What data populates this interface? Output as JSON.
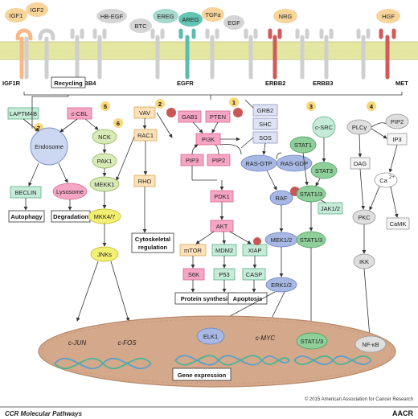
{
  "ligands": {
    "igf1": "IGF1",
    "igf2": "IGF2",
    "hbegf": "HB-EGF",
    "btc": "BTC",
    "ereg": "EREG",
    "areg": "AREG",
    "tgfa": "TGFα",
    "egf": "EGF",
    "nrg": "NRG",
    "hgf": "HGF"
  },
  "receptors": {
    "igf1r": "IGF1R",
    "erbb4": "ERBB4",
    "egfr": "EGFR",
    "erbb2": "ERBB2",
    "erbb3": "ERBB3",
    "met": "MET"
  },
  "nodes": {
    "recycling": "Recycling",
    "laptm4b": "LAPTM4B",
    "ccbl": "c-CBL",
    "endosome": "Endosome",
    "beclin": "BECLIN",
    "lysosome": "Lysosome",
    "autophagy": "Autophagy",
    "degradation": "Degradation",
    "nck": "NCK",
    "pak1": "PAK1",
    "mekk1": "MEKK1",
    "mkk47": "MKK4/7",
    "jnks": "JNKs",
    "vav": "VAV",
    "rac1": "RAC1",
    "rho": "RHO",
    "cyto": "Cytoskeletal",
    "cyto2": "regulation",
    "gab1": "GAB1",
    "pten": "PTEN",
    "pi3k": "PI3K",
    "pip3": "PIP3",
    "pip2a": "PIP2",
    "pdk1": "PDK1",
    "akt": "AKT",
    "mtor": "mTOR",
    "mdm2": "MDM2",
    "xiap": "XIAP",
    "s6k": "S6K",
    "p53": "P53",
    "casp": "CASP",
    "protsyn": "Protein synthesis",
    "apoptosis": "Apoptosis",
    "grb2": "GRB2",
    "shc": "SHC",
    "sos": "SOS",
    "rasgtp": "RAS-GTP",
    "rasgdp": "RAS-GDP",
    "raf": "RAF",
    "mek12": "MEK1/2",
    "erk12": "ERK1/2",
    "csrc": "c-SRC",
    "stat1": "STAT1",
    "stat3": "STAT3",
    "stat13a": "STAT1/3",
    "jak12": "JAK1/2",
    "stat13b": "STAT1/3",
    "plcg": "PLCγ",
    "pip2b": "PIP2",
    "ip3": "IP3",
    "dag": "DAG",
    "ca": "Ca",
    "ca_sup": "2+",
    "pkc": "PKC",
    "camk": "CaMK",
    "ikk": "IKK"
  },
  "nucleus": {
    "cjun": "c-JUN",
    "cfos": "c-FOS",
    "elk1": "ELK1",
    "cmyc": "c-MYC",
    "stat13": "STAT1/3",
    "nfkb": "NF-κB",
    "gene_expression": "Gene expression"
  },
  "pathway_numbers": [
    "1",
    "2",
    "3",
    "4",
    "5",
    "6",
    "7"
  ],
  "footer": {
    "copyright": "© 2015 American Association for Cancer Research",
    "journal": "CCR Molecular Pathways",
    "logo": "AACR"
  },
  "colors": {
    "membrane": "#e4e7a2",
    "pink": "#f6a6c4",
    "green": "#8ecf9a",
    "teal": "#63c3b5",
    "yellow": "#f3ef73",
    "orange": "#f8d49a",
    "blue": "#a6b8e3",
    "grey": "#d5d5d5",
    "red": "#c95757",
    "nucleus": "#d4a88a"
  }
}
